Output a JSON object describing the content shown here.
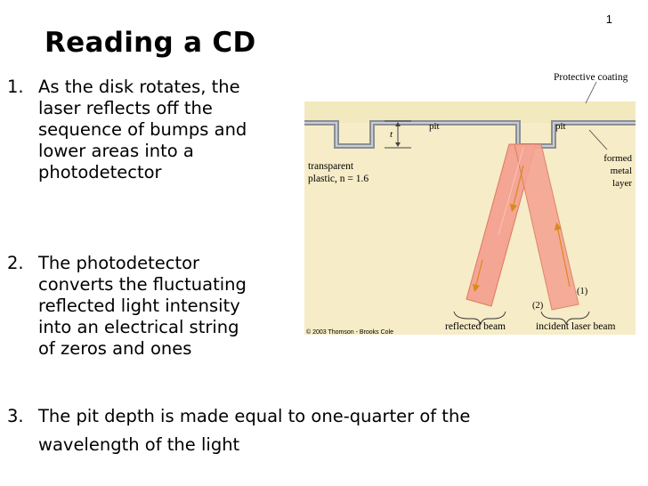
{
  "slide_number": "1",
  "title": "Reading a CD",
  "points": [
    {
      "num": "1.",
      "text": "As the disk rotates, the\nlaser reflects off the\nsequence of bumps and\nlower areas into a\nphotodetector"
    },
    {
      "num": "2.",
      "text": "The photodetector\nconverts the fluctuating\nreflected light intensity\ninto an electrical string\nof zeros and ones"
    },
    {
      "num": "3.",
      "text": "The pit depth is made equal to one-quarter of the\nwavelength of the light"
    }
  ],
  "figure": {
    "protective_coating": "Protective coating",
    "pit_left": "pit",
    "pit_right": "pit",
    "depth_symbol": "t",
    "plastic_line1": "transparent",
    "plastic_line2": "plastic, n = 1.6",
    "metal_line1": "formed",
    "metal_line2": "metal",
    "metal_line3": "layer",
    "ray1": "(1)",
    "ray2": "(2)",
    "reflected_beam": "reflected beam",
    "incident_beam": "incident laser beam",
    "copyright": "© 2003 Thomson - Brooks Cole",
    "colors": {
      "plastic": "#f6ecc7",
      "coating": "#f2e9bf",
      "metal": "#8a8f96",
      "beam_fill": "#f4a593",
      "beam_edge": "#dd7a5f",
      "arrow": "#d98a1c"
    }
  }
}
